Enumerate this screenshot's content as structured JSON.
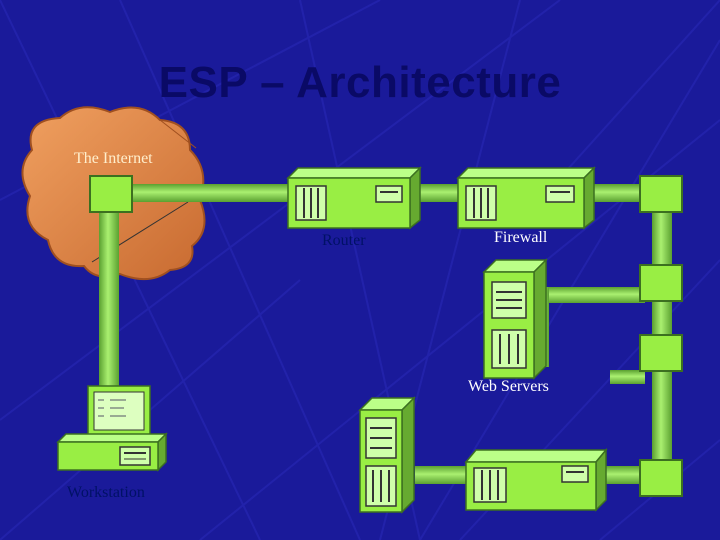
{
  "title": "ESP – Architecture",
  "labels": {
    "internet": "The Internet",
    "router": "Router",
    "firewall": "Firewall",
    "web_servers": "Web Servers",
    "workstation": "Workstation"
  },
  "colors": {
    "background": "#1a1a9a",
    "title": "#0a0a66",
    "device_green": "#99ee44",
    "pipe_green": "#88dd44",
    "cloud": "#e08a4a"
  }
}
